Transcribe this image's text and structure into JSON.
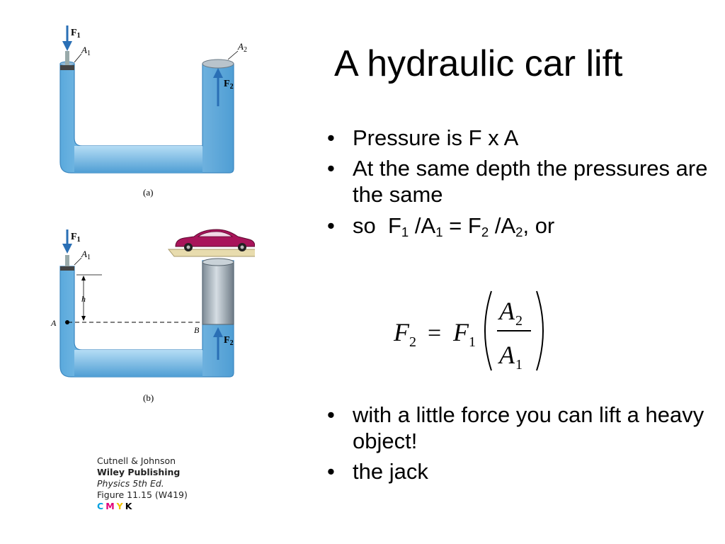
{
  "title": "A hydraulic car lift",
  "bullets": {
    "b1": "Pressure is F x A",
    "b2": "At the same depth the pressures are the same",
    "b3": {
      "so": "so",
      "F": "F",
      "A": "A",
      "sub1": "1",
      "sub2": "2",
      "slash": "/",
      "eq": "=",
      "tail": ", or"
    },
    "b4": "with a little force you can lift a heavy object!",
    "b5": "the jack",
    "marker": "•"
  },
  "formula": {
    "lhs_var": "F",
    "lhs_sub": "2",
    "equals": "=",
    "rhs_var": "F",
    "rhs_sub": "1",
    "num_var": "A",
    "num_sub": "2",
    "den_var": "A",
    "den_sub": "1"
  },
  "figure_a": {
    "force_in": "F",
    "force_in_sub": "1",
    "area_in": "A",
    "area_in_sub": "1",
    "area_out": "A",
    "area_out_sub": "2",
    "force_out": "F",
    "force_out_sub": "2",
    "caption": "(a)"
  },
  "figure_b": {
    "force_in": "F",
    "force_in_sub": "1",
    "area_in": "A",
    "area_in_sub": "1",
    "height": "h",
    "point_a": "A",
    "point_b": "B",
    "force_out": "F",
    "force_out_sub": "2",
    "caption": "(b)"
  },
  "credit": {
    "line1": "Cutnell & Johnson",
    "line2": "Wiley Publishing",
    "line3": "Physics 5th Ed.",
    "line4": "Figure 11.15 (W419)",
    "cmyk": {
      "c": "C",
      "m": "M",
      "y": "Y",
      "k": "K"
    }
  },
  "colors": {
    "fluid": "#8ec8ec",
    "fluid_dark": "#4a9fd6",
    "arrow": "#2a6fb5",
    "cyan": "#00a0e0",
    "magenta": "#e0007a",
    "yellow": "#f0c000",
    "car": "#a8145a",
    "platform": "#e8dcae"
  }
}
